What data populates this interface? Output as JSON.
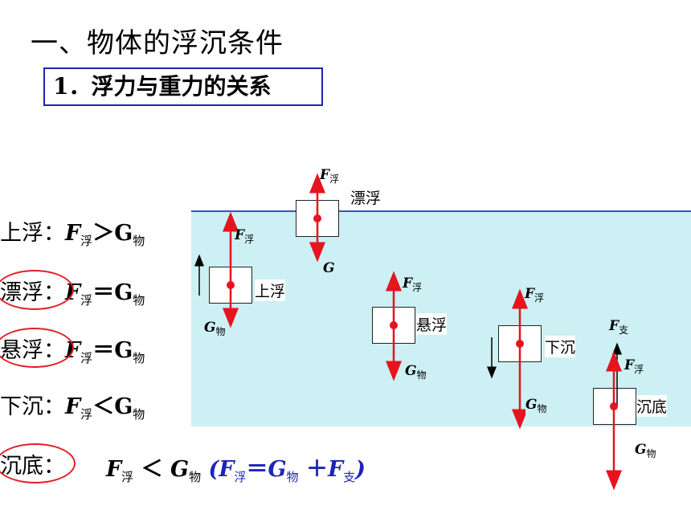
{
  "title": "一、物体的浮沉条件",
  "subtitle": "1．浮力与重力的关系",
  "conditions": {
    "rise": {
      "state": "上浮",
      "colon": "：",
      "F": "F",
      "F_sub": "浮",
      "rel": "＞",
      "G": "G",
      "G_sub": "物"
    },
    "float": {
      "state": "漂浮",
      "colon": "：",
      "F": "F",
      "F_sub": "浮",
      "rel": "＝",
      "G": "G",
      "G_sub": "物"
    },
    "susp": {
      "state": "悬浮",
      "colon": "：",
      "F": "F",
      "F_sub": "浮",
      "rel": "＝",
      "G": "G",
      "G_sub": "物"
    },
    "sink": {
      "state": "下沉",
      "colon": "：",
      "F": "F",
      "F_sub": "浮",
      "rel": "＜",
      "G": "G",
      "G_sub": "物"
    },
    "bottom": {
      "state": "沉底",
      "colon": "："
    }
  },
  "formula": {
    "F": "F",
    "F_sub": "浮",
    "rel": "＜",
    "G": "G",
    "G_sub": "物",
    "open": "(",
    "F2": "F",
    "F2_sub": "浮",
    "eq": "＝",
    "G2": "G",
    "G2_sub": "物",
    "plus": "＋",
    "F3": "F",
    "F3_sub": "支",
    "close": ")"
  },
  "diagram": {
    "floating": {
      "label": "漂浮",
      "F": "F",
      "F_sub": "浮",
      "G": "G"
    },
    "rising": {
      "label": "上浮",
      "F": "F",
      "F_sub": "浮",
      "G": "G",
      "G_sub": "物"
    },
    "suspended": {
      "label": "悬浮",
      "F": "F",
      "F_sub": "浮",
      "G": "G",
      "G_sub": "物"
    },
    "sinking": {
      "label": "下沉",
      "F": "F",
      "F_sub": "浮",
      "G": "G",
      "G_sub": "物"
    },
    "bottom": {
      "label": "沉底",
      "F": "F",
      "F_sub": "浮",
      "G": "G",
      "G_sub": "物",
      "N": "F",
      "N_sub": "支"
    }
  },
  "colors": {
    "force_arrow": "#e5141e",
    "water": "#ccf0f3",
    "surface": "#3a4fd0",
    "emphasis": "#1d24b8"
  }
}
